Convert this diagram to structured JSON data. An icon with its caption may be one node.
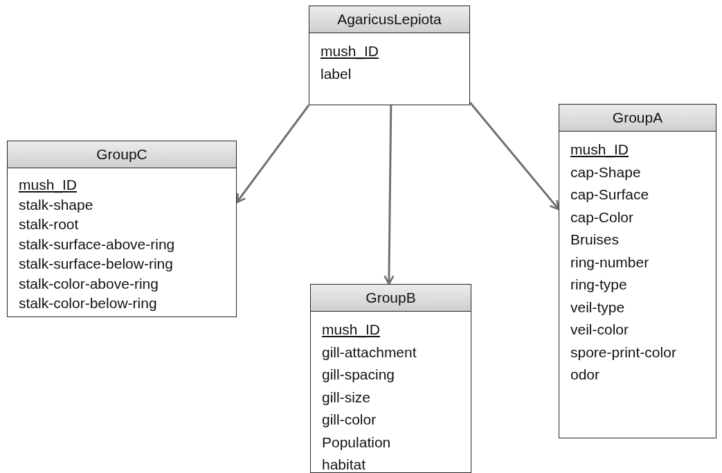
{
  "diagram": {
    "nodes": [
      {
        "text": [
          "AgaricusLepiota",
          "mush_ID",
          "label"
        ]
      },
      {
        "text": [
          "GroupC",
          "mush_ID",
          "stalk-shape",
          "stalk-root",
          "stalk-surface-above-ring",
          "stalk-surface-below-ring",
          "stalk-color-above-ring",
          "stalk-color-below-ring"
        ]
      },
      {
        "text": [
          "GroupB",
          "mush_ID",
          "gill-attachment",
          "gill-spacing",
          "gill-size",
          "gill-color",
          "Population",
          "habitat"
        ]
      },
      {
        "text": [
          "GroupA",
          "mush_ID",
          "cap-Shape",
          "cap-Surface",
          "cap-Color",
          "Bruises",
          "ring-number",
          "ring-type",
          "veil-type",
          "veil-color",
          "spore-print-color",
          "odor"
        ]
      }
    ],
    "edges": [
      {
        "from": 0,
        "to": 1,
        "arrow": "to"
      },
      {
        "from": 0,
        "to": 2,
        "arrow": "to"
      },
      {
        "from": 0,
        "to": 3,
        "arrow": "to"
      }
    ]
  }
}
